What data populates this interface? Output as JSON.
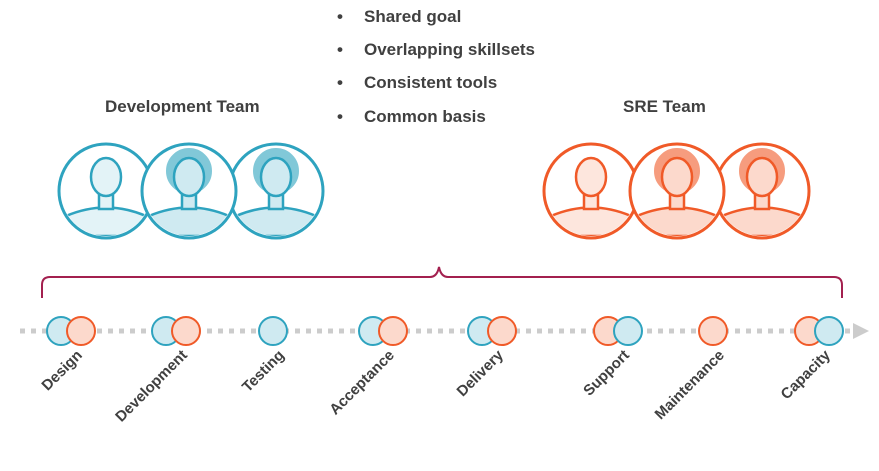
{
  "benefits": [
    "Shared goal",
    "Overlapping skillsets",
    "Consistent tools",
    "Common basis"
  ],
  "teams": {
    "dev": {
      "title": "Development Team",
      "color": "#2ea3bf",
      "fill": "#cfeaf1"
    },
    "sre": {
      "title": "SRE Team",
      "color": "#f05a28",
      "fill": "#fcd9cc"
    }
  },
  "stages": [
    {
      "label": "Design",
      "dev": true,
      "sre": true,
      "front": "sre"
    },
    {
      "label": "Development",
      "dev": true,
      "sre": true,
      "front": "sre"
    },
    {
      "label": "Testing",
      "dev": true,
      "sre": false,
      "front": "dev"
    },
    {
      "label": "Acceptance",
      "dev": true,
      "sre": true,
      "front": "sre"
    },
    {
      "label": "Delivery",
      "dev": true,
      "sre": true,
      "front": "sre"
    },
    {
      "label": "Support",
      "dev": true,
      "sre": true,
      "front": "dev"
    },
    {
      "label": "Maintenance",
      "dev": false,
      "sre": true,
      "front": "sre"
    },
    {
      "label": "Capacity",
      "dev": true,
      "sre": true,
      "front": "dev"
    }
  ]
}
